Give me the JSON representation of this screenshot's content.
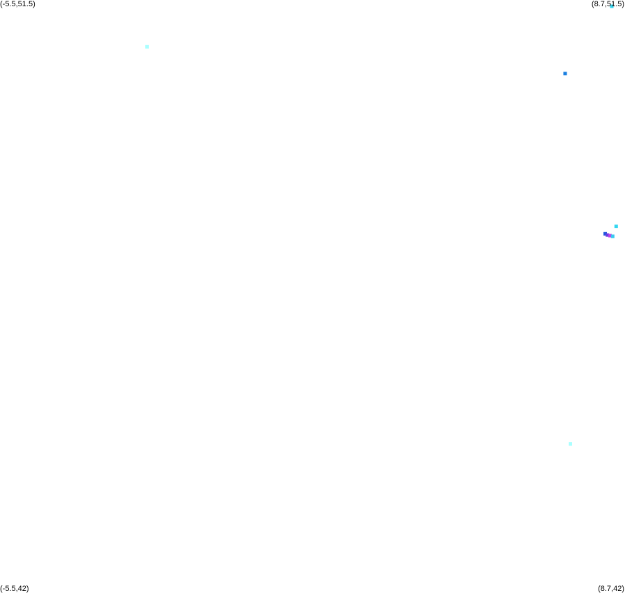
{
  "corners": {
    "top_left": "(-5.5,51.5)",
    "top_right": "(8.7,51.5)",
    "bottom_left": "(-5.5,42)",
    "bottom_right": "(8.7,42)"
  },
  "bounds": {
    "lon_min": -5.5,
    "lon_max": 8.7,
    "lat_min": 42,
    "lat_max": 51.5
  },
  "points": [
    {
      "lon": -2.16,
      "lat": 50.75,
      "color": "#aaffff"
    },
    {
      "lon": 7.34,
      "lat": 50.32,
      "color": "#1a7fe0"
    },
    {
      "lon": 8.4,
      "lat": 51.4,
      "color": "#33d6f0"
    },
    {
      "lon": 8.5,
      "lat": 47.87,
      "color": "#33d6f0"
    },
    {
      "lon": 8.25,
      "lat": 47.75,
      "color": "#2255dd"
    },
    {
      "lon": 8.3,
      "lat": 47.73,
      "color": "#6a3fe0"
    },
    {
      "lon": 8.36,
      "lat": 47.72,
      "color": "#c040e8"
    },
    {
      "lon": 8.42,
      "lat": 47.71,
      "color": "#3ac8f0"
    },
    {
      "lon": 7.46,
      "lat": 44.38,
      "color": "#aaffff"
    }
  ]
}
